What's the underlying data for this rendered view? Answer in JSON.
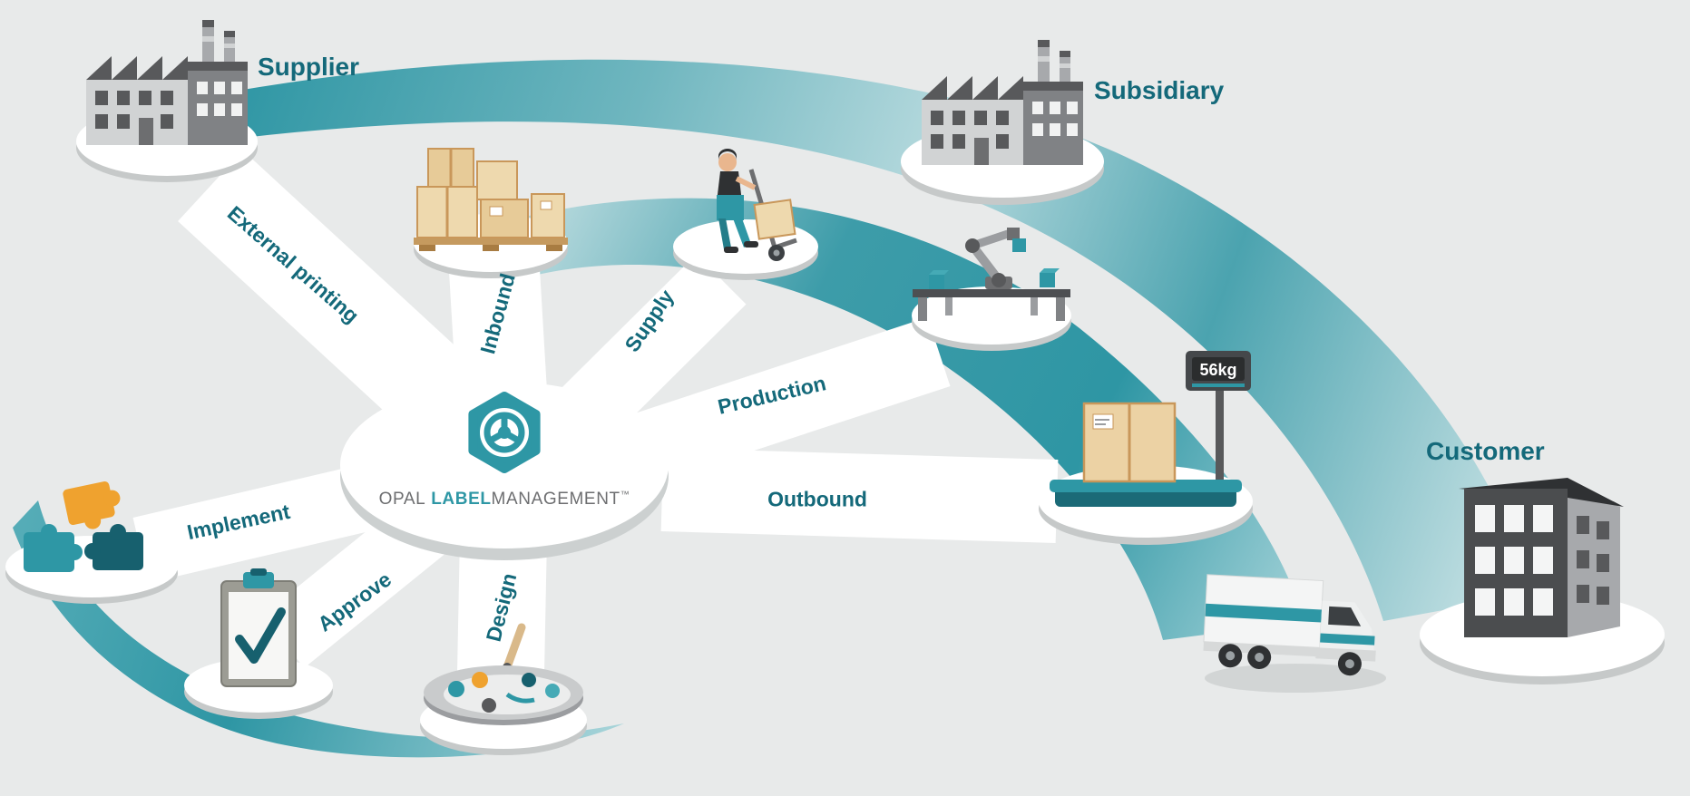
{
  "brand": {
    "opal": "OPAL",
    "label": "LABEL",
    "management": "MANAGEMENT",
    "trademark": "™"
  },
  "entities": [
    {
      "id": "supplier",
      "label": "Supplier",
      "icon": "factory-icon"
    },
    {
      "id": "subsidiary",
      "label": "Subsidiary",
      "icon": "factory-icon"
    },
    {
      "id": "customer",
      "label": "Customer",
      "icon": "office-building-icon"
    }
  ],
  "steps": [
    {
      "id": "external-printing",
      "label": "External printing",
      "icon": ""
    },
    {
      "id": "inbound",
      "label": "Inbound",
      "icon": "pallet-boxes-icon"
    },
    {
      "id": "supply",
      "label": "Supply",
      "icon": "warehouse-worker-icon"
    },
    {
      "id": "production",
      "label": "Production",
      "icon": "robot-arm-icon"
    },
    {
      "id": "outbound",
      "label": "Outbound",
      "icon": "weighing-scale-icon"
    },
    {
      "id": "implement",
      "label": "Implement",
      "icon": "puzzle-pieces-icon"
    },
    {
      "id": "approve",
      "label": "Approve",
      "icon": "clipboard-check-icon"
    },
    {
      "id": "design",
      "label": "Design",
      "icon": "paint-palette-icon"
    }
  ],
  "readings": {
    "scale_weight": "56kg"
  },
  "colors": {
    "teal": "#2e97a5",
    "teal_dark": "#17606e",
    "label_text": "#14697a",
    "orange": "#efa22f",
    "background": "#e8eaea",
    "gray_dark": "#58595b",
    "box_tan": "#ecd2a4",
    "white": "#ffffff"
  }
}
